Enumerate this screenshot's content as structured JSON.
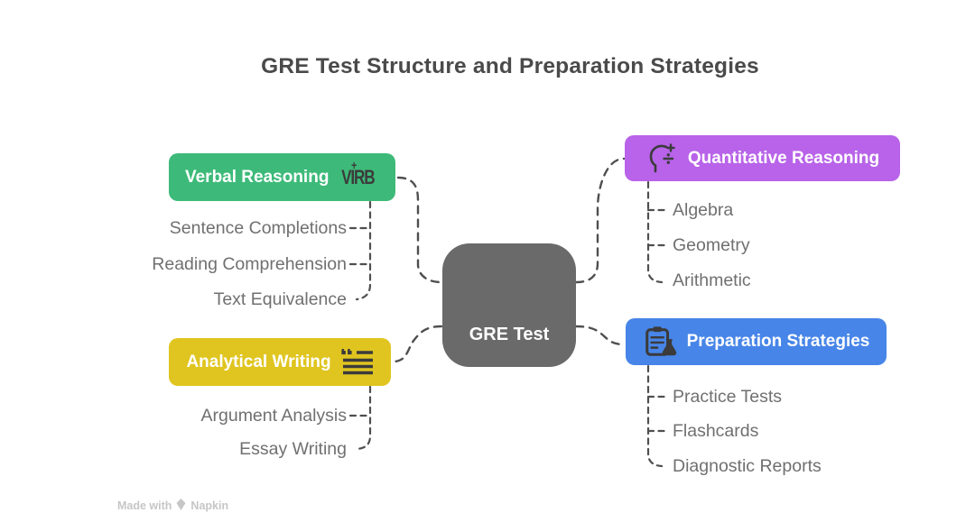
{
  "title": "GRE Test Structure and Preparation Strategies",
  "center": {
    "label": "GRE Test",
    "color": "#6a6a6a"
  },
  "branches": [
    {
      "id": "verbal",
      "label": "Verbal Reasoning",
      "color": "#3dba79",
      "icon": "verb-icon",
      "icon_text": "VIRB",
      "icon_spark": "+",
      "children": [
        "Sentence Completions",
        "Reading Comprehension",
        "Text Equivalence"
      ]
    },
    {
      "id": "analytical",
      "label": "Analytical Writing",
      "color": "#e0c520",
      "icon": "quote-lines-icon",
      "children": [
        "Argument Analysis",
        "Essay Writing"
      ]
    },
    {
      "id": "quantitative",
      "label": "Quantitative Reasoning",
      "color": "#b863e9",
      "icon": "math-head-icon",
      "children": [
        "Algebra",
        "Geometry",
        "Arithmetic"
      ]
    },
    {
      "id": "preparation",
      "label": "Preparation Strategies",
      "color": "#4785e8",
      "icon": "clipboard-flask-icon",
      "children": [
        "Practice Tests",
        "Flashcards",
        "Diagnostic Reports"
      ]
    }
  ],
  "watermark": {
    "made_with": "Made with",
    "brand": "Napkin"
  },
  "palette": {
    "connector": "#4f4f4f",
    "title-color": "#4a4a4a",
    "leaf-color": "#707070",
    "icon-color": "#3b3b3b",
    "watermark-color": "#c6c6c6"
  }
}
